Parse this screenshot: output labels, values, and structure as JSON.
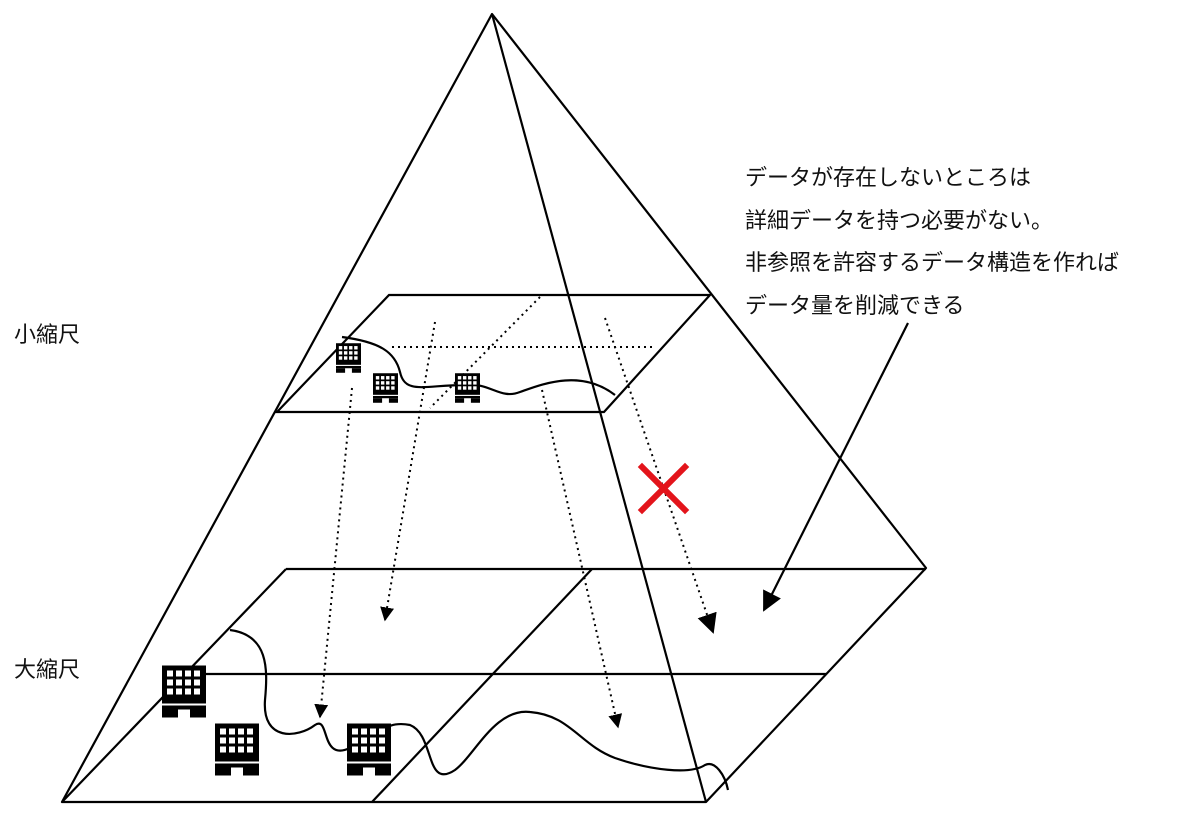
{
  "labels": {
    "small_scale": "小縮尺",
    "large_scale": "大縮尺"
  },
  "note": {
    "lines": [
      "データが存在しないところは",
      "詳細データを持つ必要がない。",
      "非参照を許容するデータ構造を作れば",
      "データ量を削減できる"
    ]
  },
  "colors": {
    "line": "#000000",
    "cross": "#e3141b"
  },
  "icons": {
    "building": "building-icon",
    "cross": "cross-mark-icon"
  }
}
